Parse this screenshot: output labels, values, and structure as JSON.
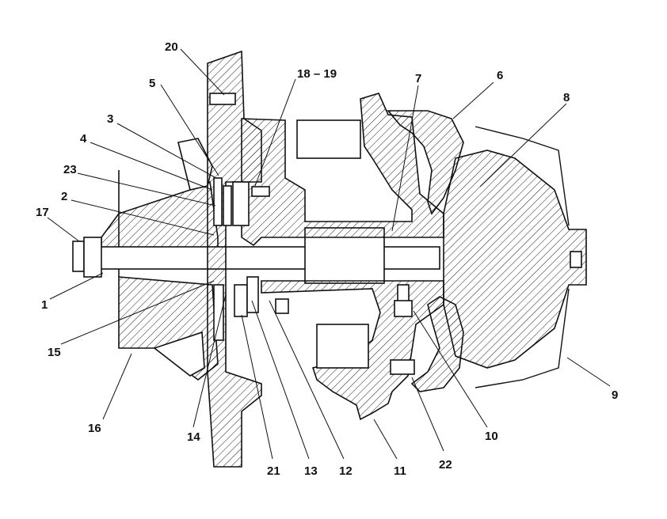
{
  "colors": {
    "ink": "#111111",
    "background": "#ffffff"
  },
  "callouts": {
    "n1": "1",
    "n2": "2",
    "n3": "3",
    "n4": "4",
    "n5": "5",
    "n6": "6",
    "n7": "7",
    "n8": "8",
    "n9": "9",
    "n10": "10",
    "n11": "11",
    "n12": "12",
    "n13": "13",
    "n14": "14",
    "n15": "15",
    "n16": "16",
    "n17": "17",
    "n18_19": "18 – 19",
    "n20": "20",
    "n21": "21",
    "n22": "22",
    "n23": "23"
  }
}
